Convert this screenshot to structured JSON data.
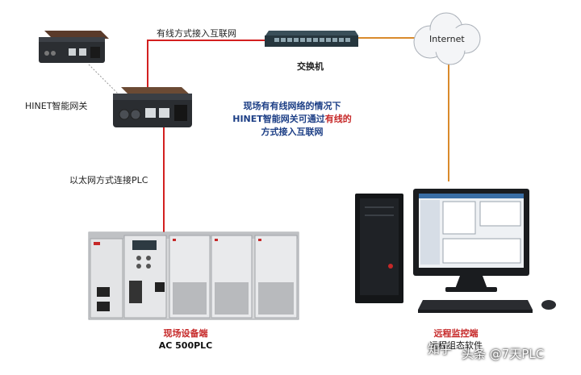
{
  "labels": {
    "wired_link": "有线方式接入互联网",
    "switch": "交换机",
    "internet": "Internet",
    "gateway": "HINET智能网关",
    "ethernet_link": "以太网方式连接PLC"
  },
  "note": {
    "line1": "现场有有线网络的情况下",
    "line2": "HINET智能网关可通过",
    "line2_red": "有线的",
    "line3": "方式接入互联网"
  },
  "plc": {
    "title": "现场设备端",
    "model": "AC 500PLC"
  },
  "monitor": {
    "title": "远程监控端",
    "subtitle": "远程组态软件"
  },
  "watermark": {
    "brand": "知乎",
    "account": "头条 @7天PLC"
  },
  "colors": {
    "red_cable": "#d32020",
    "orange_cable": "#d98a2c",
    "note_blue": "#1d3f86",
    "note_red": "#c62828"
  }
}
